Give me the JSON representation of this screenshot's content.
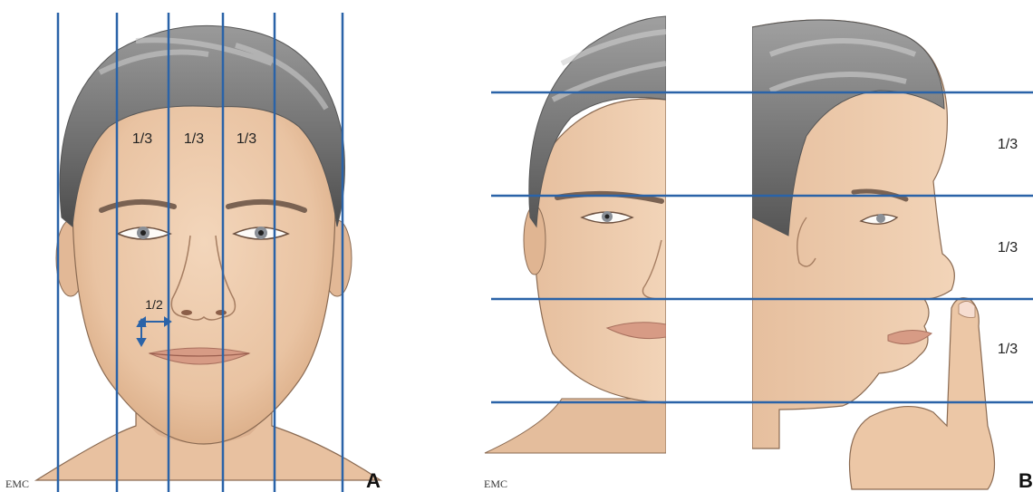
{
  "panel_a": {
    "letter": "A",
    "logo": "EMC",
    "thirds": [
      "1/3",
      "1/3",
      "1/3"
    ],
    "half_label": "1/2",
    "colors": {
      "line": "#2a63a8",
      "hair": "#7d7d7d",
      "skin": "#ecc8a8",
      "skin_shadow": "#d9ab88"
    }
  },
  "panel_b": {
    "letter": "B",
    "logo": "EMC",
    "thirds": [
      "1/3",
      "1/3",
      "1/3"
    ]
  }
}
